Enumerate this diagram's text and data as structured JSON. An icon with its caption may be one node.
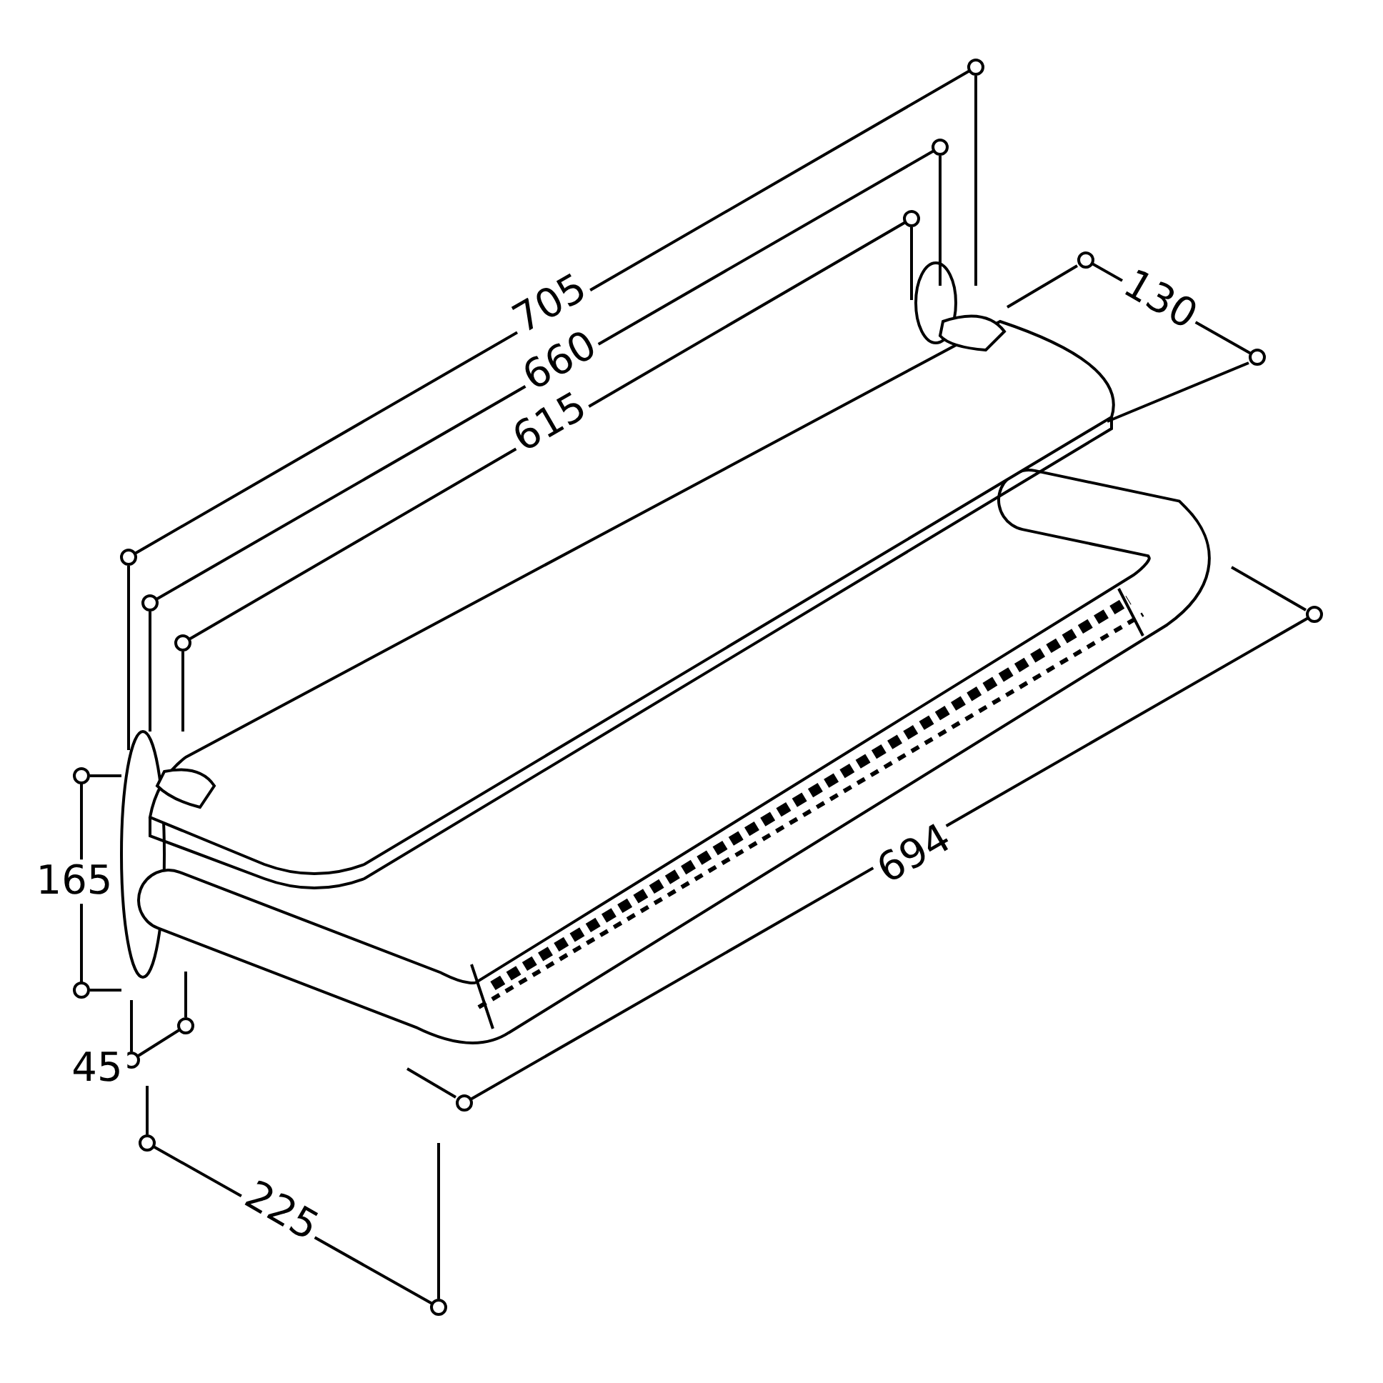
{
  "diagram": {
    "labels": [
      "705",
      "660",
      "615",
      "130",
      "165",
      "694",
      "45",
      "225"
    ]
  }
}
